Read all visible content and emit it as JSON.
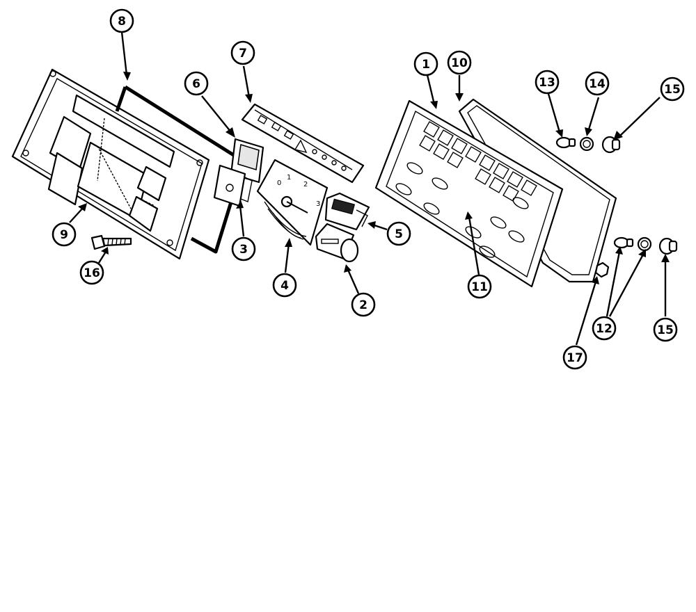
{
  "callouts": [
    {
      "id": "c1",
      "label": "1"
    },
    {
      "id": "c2",
      "label": "2"
    },
    {
      "id": "c3",
      "label": "3"
    },
    {
      "id": "c4",
      "label": "4"
    },
    {
      "id": "c5",
      "label": "5"
    },
    {
      "id": "c6",
      "label": "6"
    },
    {
      "id": "c7",
      "label": "7"
    },
    {
      "id": "c8",
      "label": "8"
    },
    {
      "id": "c9",
      "label": "9"
    },
    {
      "id": "c10",
      "label": "10"
    },
    {
      "id": "c11",
      "label": "11"
    },
    {
      "id": "c12",
      "label": "12"
    },
    {
      "id": "c13",
      "label": "13"
    },
    {
      "id": "c14",
      "label": "14"
    },
    {
      "id": "c15a",
      "label": "15"
    },
    {
      "id": "c15b",
      "label": "15"
    },
    {
      "id": "c16",
      "label": "16"
    },
    {
      "id": "c17",
      "label": "17"
    }
  ],
  "gauge": {
    "scale_labels": [
      "0",
      "1",
      "2",
      "3"
    ]
  }
}
